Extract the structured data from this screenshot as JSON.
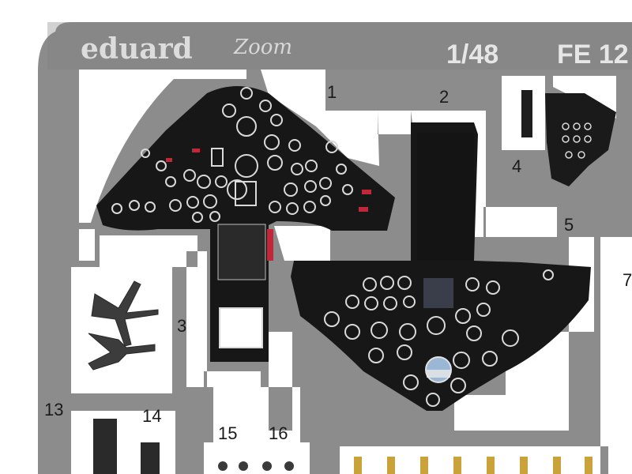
{
  "fret": {
    "brand": "eduard",
    "sub_brand": "Zoom",
    "scale": "1/48",
    "set_code": "FE 12",
    "colors": {
      "metal": "#8c8c8c",
      "metal_dark": "#6f6f6f",
      "panel": "#171717",
      "dial_face": "#d9d9d9",
      "red_label": "#c0283a",
      "green_label": "#3aa35a",
      "background": "#ffffff"
    }
  },
  "part_numbers": {
    "p1": "1",
    "p2": "2",
    "p3": "3",
    "p4": "4",
    "p5": "5",
    "p7": "7",
    "p13": "13",
    "p14": "14",
    "p15": "15",
    "p16": "16"
  }
}
